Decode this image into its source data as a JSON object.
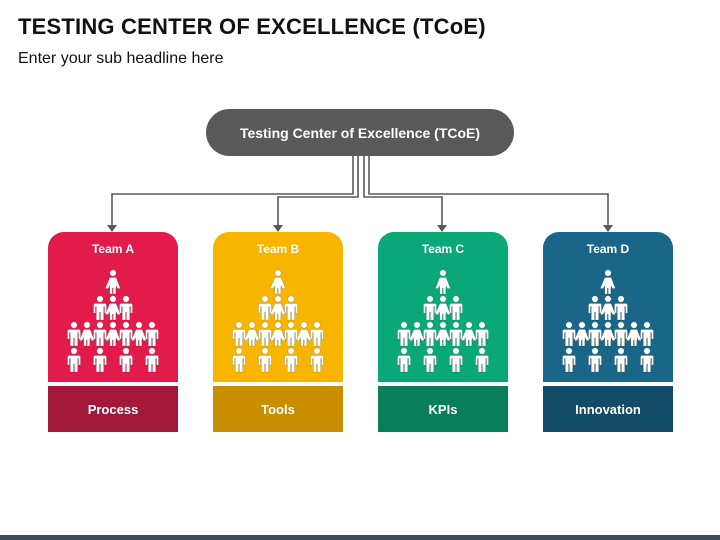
{
  "title": "TESTING CENTER OF EXCELLENCE (TCoE)",
  "subtitle": "Enter your sub headline here",
  "root": {
    "label": "Testing Center of Excellence (TCoE)",
    "color": "#595959"
  },
  "teams": [
    {
      "name": "Team A",
      "footer": "Process",
      "color": "#e31b4b",
      "footer_color": "#a3173a",
      "icon": "people-pyramid-icon"
    },
    {
      "name": "Team B",
      "footer": "Tools",
      "color": "#f7b500",
      "footer_color": "#c98e00",
      "icon": "people-pyramid-icon"
    },
    {
      "name": "Team C",
      "footer": "KPIs",
      "color": "#0aa779",
      "footer_color": "#087e5b",
      "icon": "people-pyramid-icon"
    },
    {
      "name": "Team D",
      "footer": "Innovation",
      "color": "#1a6688",
      "footer_color": "#124c66",
      "icon": "people-pyramid-icon"
    }
  ]
}
